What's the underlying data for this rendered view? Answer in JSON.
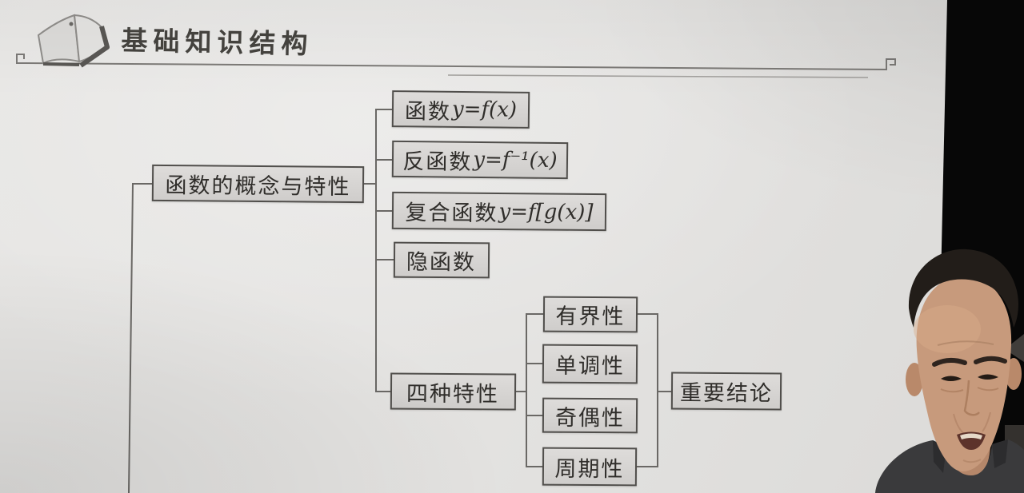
{
  "slide": {
    "title": "基础知识结构",
    "icon": "open-book-icon"
  },
  "diagram": {
    "root": "函数的概念与特性",
    "children": [
      {
        "zh": "函数",
        "math": "y=f(x)"
      },
      {
        "zh": "反函数",
        "math": "y=f⁻¹(x)"
      },
      {
        "zh": "复合函数",
        "math": "y=f[g(x)]"
      },
      {
        "zh": "隐函数",
        "math": ""
      },
      {
        "zh": "四种特性",
        "math": ""
      }
    ],
    "properties": [
      "有界性",
      "单调性",
      "奇偶性",
      "周期性"
    ],
    "conclusion": "重要结论"
  },
  "colors": {
    "slide_bg": "#e3e2e0",
    "box_fill": "#d8d6d4",
    "box_border": "#504e4b",
    "connector": "#6a6865",
    "backdrop": "#070707",
    "text": "#2f2d2a"
  }
}
